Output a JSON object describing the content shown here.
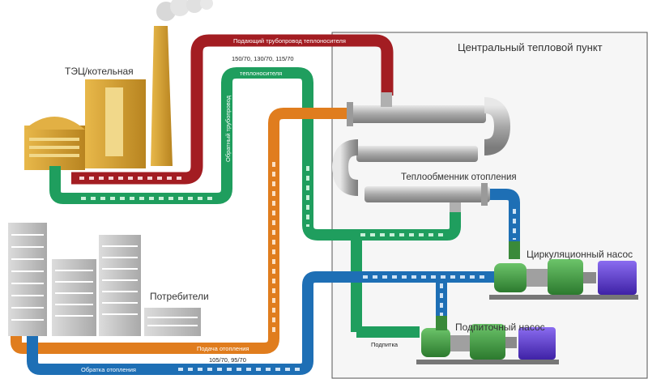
{
  "cts_box_label": "Центральный тепловой пункт",
  "plant_label": "ТЭЦ/котельная",
  "consumers_label": "Потребители",
  "heat_exchanger_label": "Теплообменник отопления",
  "circulation_pump_label": "Циркуляционный насос",
  "makeup_pump_label": "Подпиточный насос",
  "pipes": {
    "supply_primary": "Подающий трубопровод теплоносителя",
    "supply_primary_temps": "150/70, 130/70, 115/70",
    "return_primary_upper": "теплоносителя",
    "return_primary_side": "Обратный трубопровод",
    "heating_supply": "Подача отопления",
    "heating_temps": "105/70, 95/70",
    "heating_return": "Обратка отопления",
    "makeup": "Подпитка"
  },
  "colors": {
    "supply_primary": "#a31d22",
    "return_primary": "#1f9e5e",
    "heating_supply": "#e07d1e",
    "heating_return": "#1e6fb5",
    "plant": "#c9962e",
    "building": "#c8c8c8",
    "motor": "#5a35c8",
    "pump_body": "#3f9a3f"
  }
}
